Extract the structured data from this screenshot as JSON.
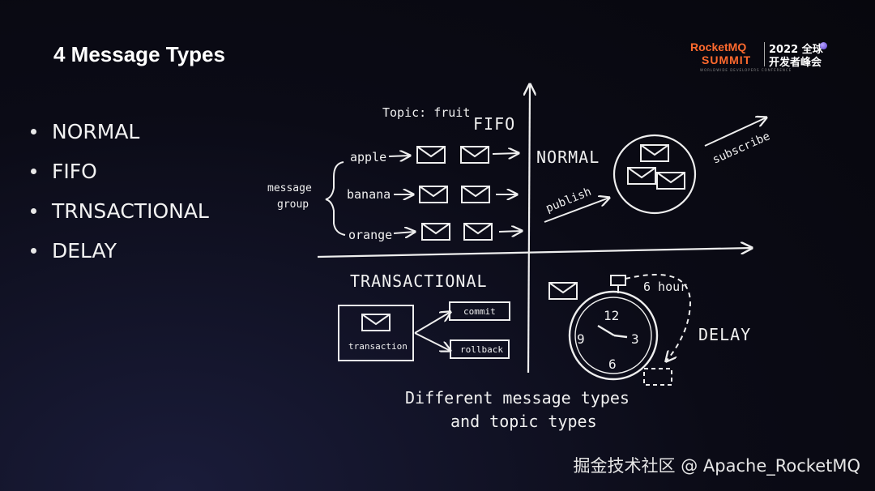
{
  "slide": {
    "title": "4 Message Types"
  },
  "bullets": [
    "NORMAL",
    "FIFO",
    "TRNSACTIONAL",
    "DELAY"
  ],
  "logo": {
    "line1": "RocketMQ",
    "line2": "SUMMIT",
    "year_line": "2022 全球",
    "event_line": "开发者峰会",
    "subline": "WORLDWIDE DEVELOPERS CONFERENCE"
  },
  "diagram": {
    "topic": "Topic: fruit",
    "fifo": "FIFO",
    "normal": "NORMAL",
    "transactional": "TRANSACTIONAL",
    "delay": "DELAY",
    "message_group_1": "message",
    "message_group_2": "group",
    "groups": [
      "apple",
      "banana",
      "orange"
    ],
    "publish": "publish",
    "subscribe": "subscribe",
    "commit": "commit",
    "rollback": "rollback",
    "transaction": "transaction",
    "six_hour": "6 hour",
    "clock": [
      "12",
      "3",
      "6",
      "9"
    ],
    "caption_1": "Different message types",
    "caption_2": "and topic types"
  },
  "watermark": "掘金技术社区 @ Apache_RocketMQ",
  "colors": {
    "accent": "#ff6a2e",
    "background": "#0b0b16",
    "ink": "#f0f0f0"
  }
}
